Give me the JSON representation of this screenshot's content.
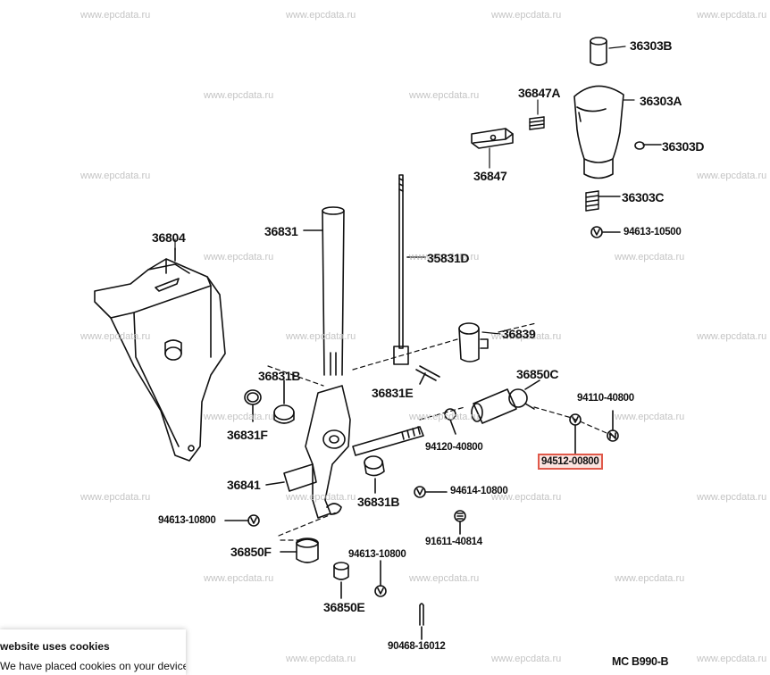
{
  "watermark": "www.epcdata.ru",
  "highlight_color": "#e0594a",
  "parts": [
    {
      "id": "p36303B",
      "num": "36303B",
      "size": "big"
    },
    {
      "id": "p36847A",
      "num": "36847A",
      "size": "big"
    },
    {
      "id": "p36303A",
      "num": "36303A",
      "size": "big"
    },
    {
      "id": "p36847",
      "num": "36847",
      "size": "big"
    },
    {
      "id": "p36303D",
      "num": "36303D",
      "size": "big"
    },
    {
      "id": "p36303C",
      "num": "36303C",
      "size": "big"
    },
    {
      "id": "p94613_10500",
      "num": "94613-10500",
      "size": "small"
    },
    {
      "id": "p36804",
      "num": "36804",
      "size": "big"
    },
    {
      "id": "p36831",
      "num": "36831",
      "size": "big"
    },
    {
      "id": "p35831D",
      "num": "35831D",
      "size": "big"
    },
    {
      "id": "p36839",
      "num": "36839",
      "size": "big"
    },
    {
      "id": "p36831B_top",
      "num": "36831B",
      "size": "big"
    },
    {
      "id": "p36831E",
      "num": "36831E",
      "size": "big"
    },
    {
      "id": "p36850C",
      "num": "36850C",
      "size": "big"
    },
    {
      "id": "p94110_40800",
      "num": "94110-40800",
      "size": "small"
    },
    {
      "id": "p36831F",
      "num": "36831F",
      "size": "big"
    },
    {
      "id": "p94120_40800",
      "num": "94120-40800",
      "size": "small"
    },
    {
      "id": "p94512_00800",
      "num": "94512-00800",
      "size": "small",
      "highlighted": true
    },
    {
      "id": "p36841",
      "num": "36841",
      "size": "big"
    },
    {
      "id": "p36831B_bot",
      "num": "36831B",
      "size": "big"
    },
    {
      "id": "p94614_10800",
      "num": "94614-10800",
      "size": "small"
    },
    {
      "id": "p94613_10800_a",
      "num": "94613-10800",
      "size": "small"
    },
    {
      "id": "p91611_40814",
      "num": "91611-40814",
      "size": "small"
    },
    {
      "id": "p36850F",
      "num": "36850F",
      "size": "big"
    },
    {
      "id": "p94613_10800_b",
      "num": "94613-10800",
      "size": "small"
    },
    {
      "id": "p36850E",
      "num": "36850E",
      "size": "big"
    },
    {
      "id": "p90468_16012",
      "num": "90468-16012",
      "size": "small"
    }
  ],
  "drawing_code": "MC  B990-B",
  "cookie": {
    "title": "website uses cookies",
    "text": "We have placed cookies on your device to"
  }
}
